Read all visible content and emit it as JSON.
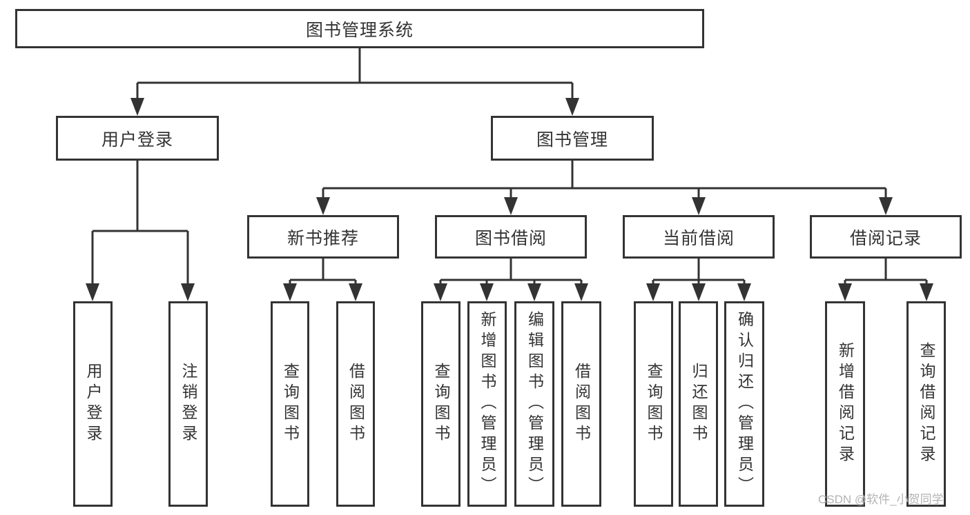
{
  "tree": {
    "root": {
      "label": "图书管理系统"
    },
    "branches": [
      {
        "label": "用户登录",
        "leaves": [
          {
            "label": "用户登录"
          },
          {
            "label": "注销登录"
          }
        ]
      },
      {
        "label": "图书管理",
        "groups": [
          {
            "label": "新书推荐",
            "leaves": [
              {
                "label": "查询图书"
              },
              {
                "label": "借阅图书"
              }
            ]
          },
          {
            "label": "图书借阅",
            "leaves": [
              {
                "label": "查询图书"
              },
              {
                "label": "新增图书（管理员）"
              },
              {
                "label": "编辑图书（管理员）"
              },
              {
                "label": "借阅图书"
              }
            ]
          },
          {
            "label": "当前借阅",
            "leaves": [
              {
                "label": "查询图书"
              },
              {
                "label": "归还图书"
              },
              {
                "label": "确认归还（管理员）"
              }
            ]
          },
          {
            "label": "借阅记录",
            "leaves": [
              {
                "label": "新增借阅记录"
              },
              {
                "label": "查询借阅记录"
              }
            ]
          }
        ]
      }
    ]
  },
  "style": {
    "line_color": "#333333",
    "text_color": "#333333",
    "watermark_color": "#b3b3b3",
    "background": "#ffffff"
  },
  "watermark": "CSDN @软件_小贺同学"
}
